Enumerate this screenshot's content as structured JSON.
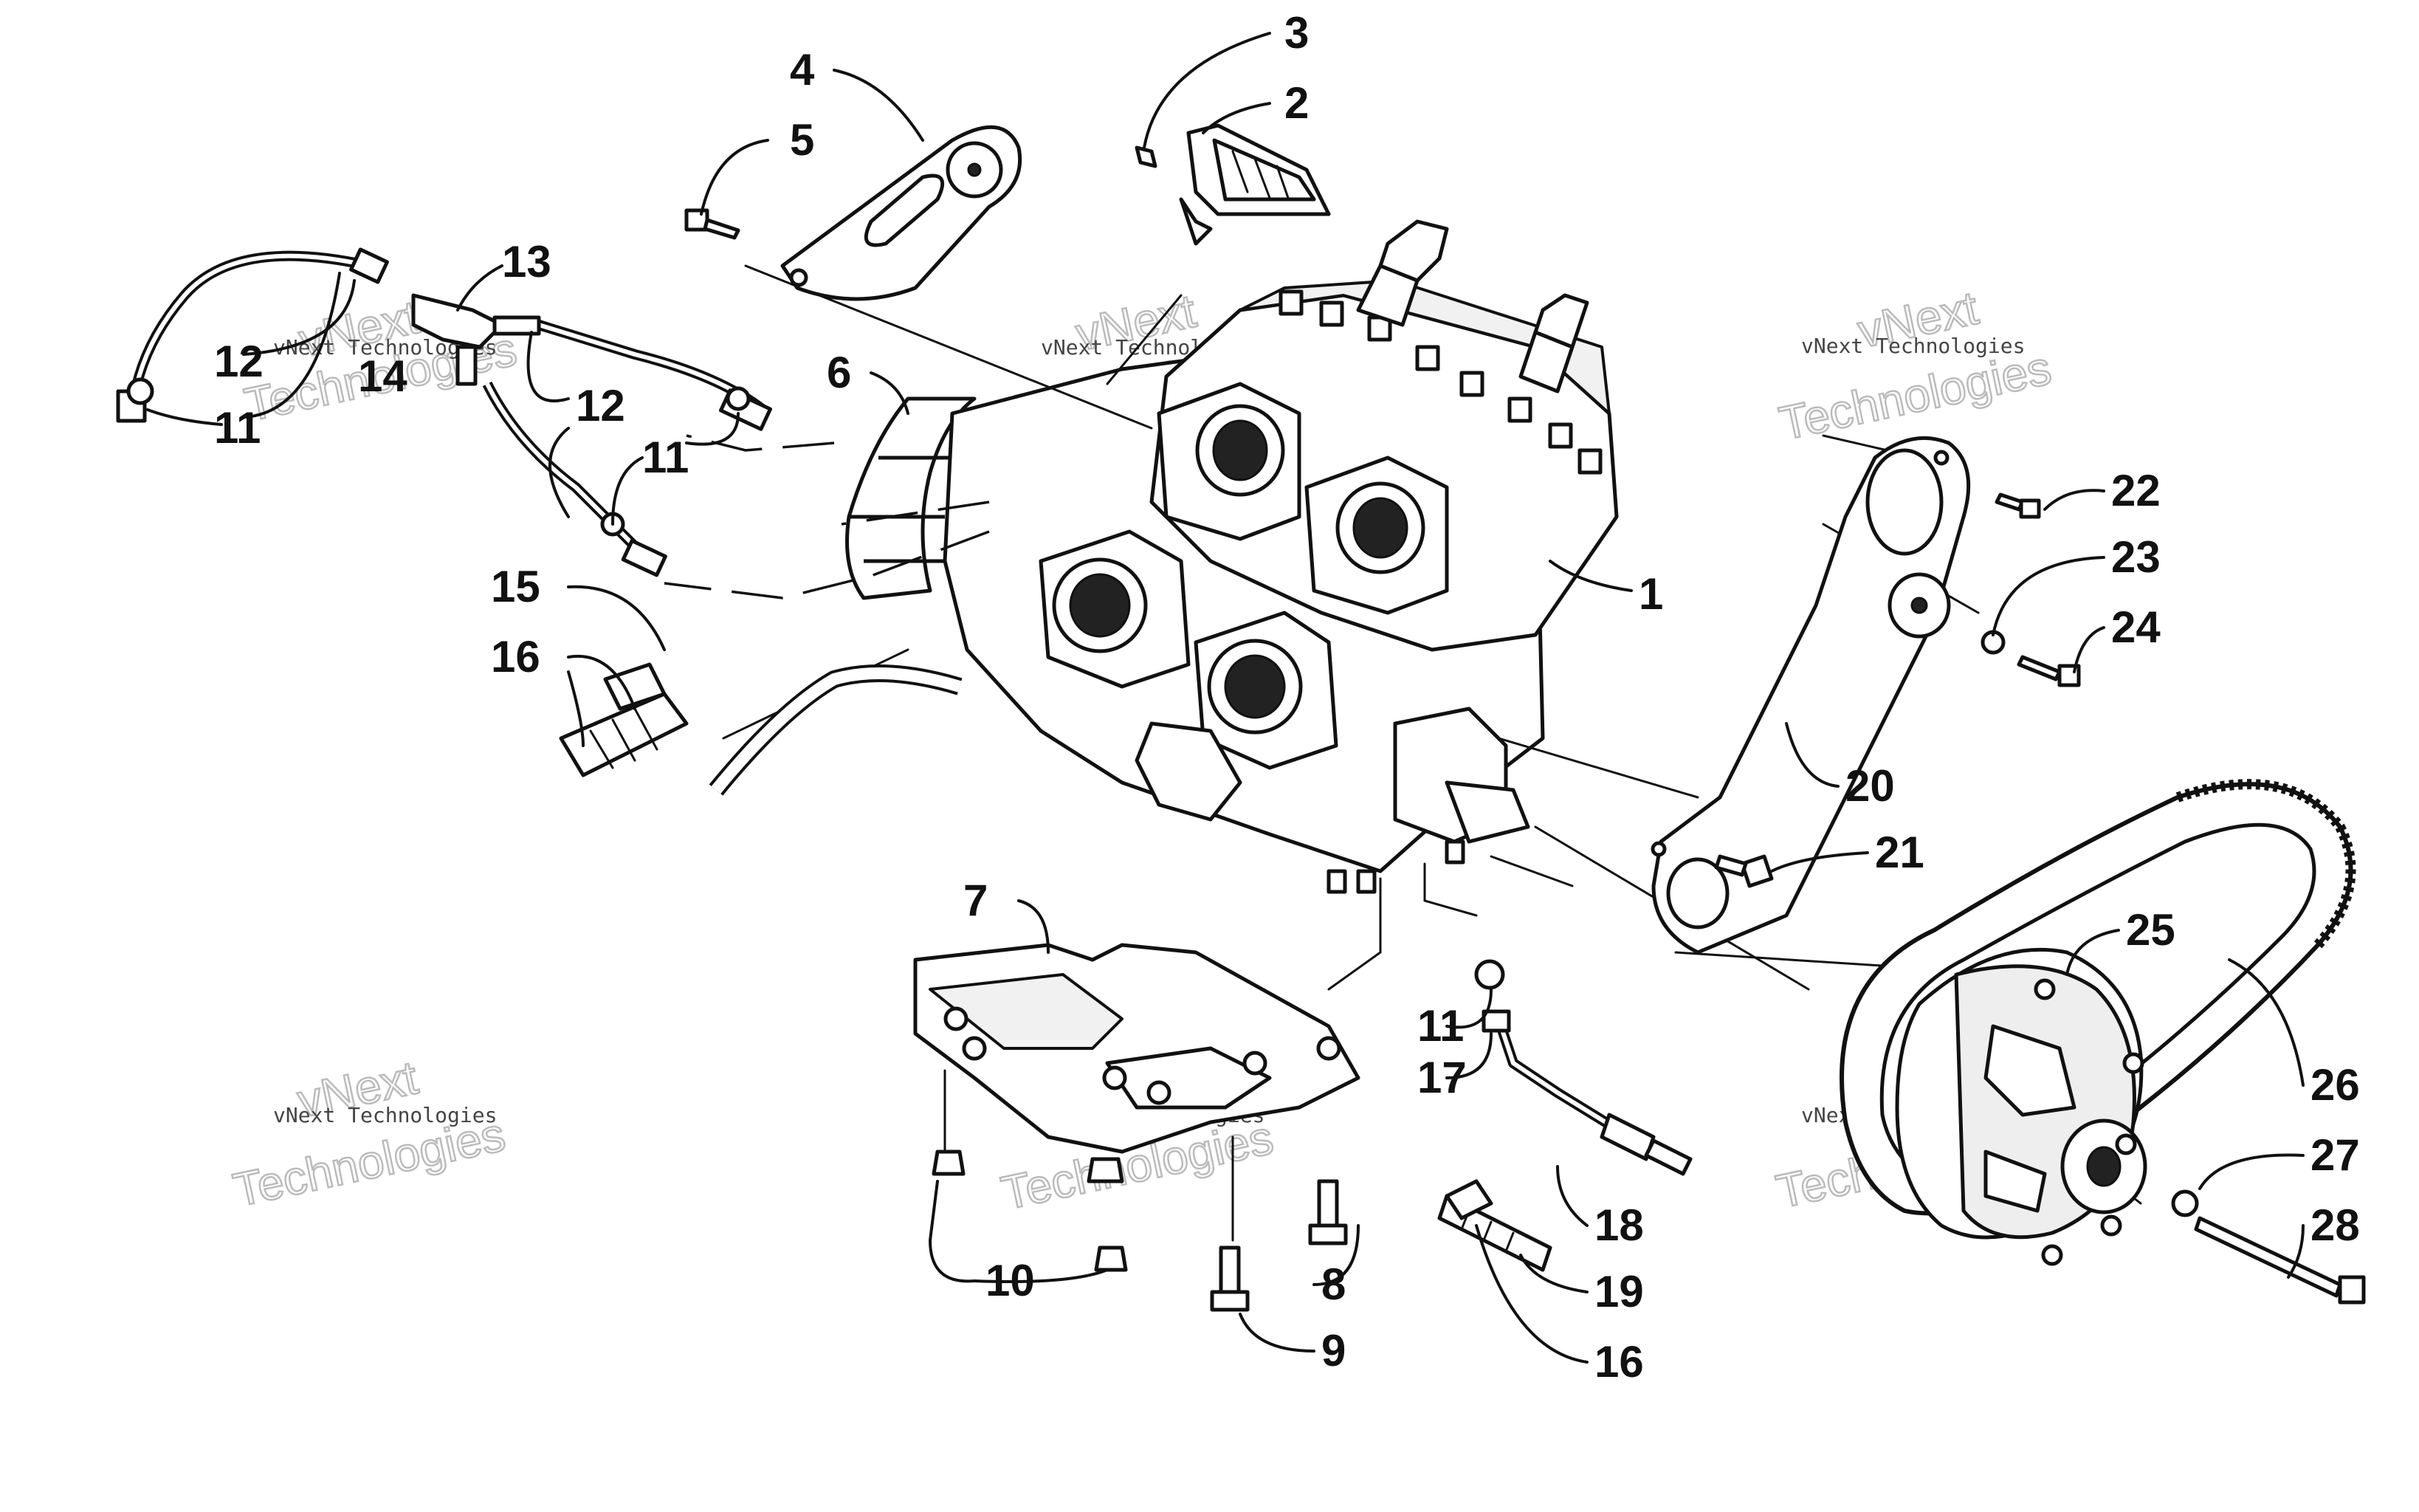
{
  "callouts": {
    "c1": "1",
    "c2": "2",
    "c3": "3",
    "c4": "4",
    "c5": "5",
    "c6": "6",
    "c7": "7",
    "c8": "8",
    "c9": "9",
    "c10": "10",
    "c11a": "11",
    "c11b": "11",
    "c11c": "11",
    "c12a": "12",
    "c12b": "12",
    "c13": "13",
    "c14": "14",
    "c15": "15",
    "c16a": "16",
    "c16b": "16",
    "c17": "17",
    "c18": "18",
    "c19": "19",
    "c20": "20",
    "c21": "21",
    "c22": "22",
    "c23": "23",
    "c24": "24",
    "c25": "25",
    "c26": "26",
    "c27": "27",
    "c28": "28"
  },
  "watermark": {
    "company": "vNext Technologies",
    "line1": "vNext",
    "line2": "Technologies"
  }
}
